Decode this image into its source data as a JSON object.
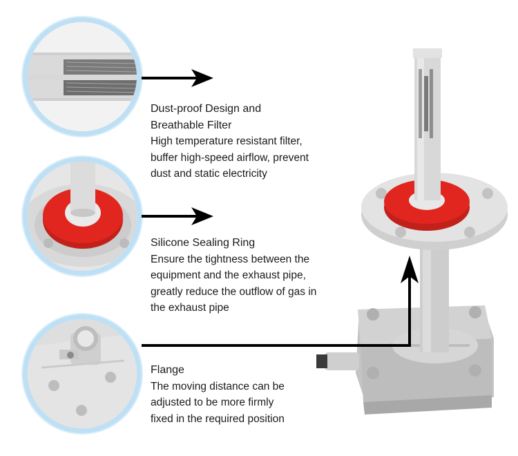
{
  "features": [
    {
      "title_line1": "Dust-proof Design and",
      "title_line2": "Breathable Filter",
      "desc_lines": [
        "High temperature resistant filter,",
        "buffer high-speed airflow, prevent",
        "dust and static electricity"
      ],
      "icon": "filter-icon"
    },
    {
      "title_line1": "Silicone Sealing Ring",
      "desc_lines": [
        "Ensure the tightness between the",
        "equipment and the exhaust pipe,",
        "greatly reduce the outflow of gas in",
        "the exhaust pipe"
      ],
      "icon": "seal-ring-icon"
    },
    {
      "title_line1": "Flange",
      "desc_lines": [
        "The moving distance can be",
        "adjusted to be more firmly",
        "fixed in the required position"
      ],
      "icon": "flange-icon"
    }
  ],
  "colors": {
    "ring": "#bfe0f4",
    "seal": "#e0261e",
    "plastic": "#d4d4d4",
    "arrow": "#000000"
  }
}
